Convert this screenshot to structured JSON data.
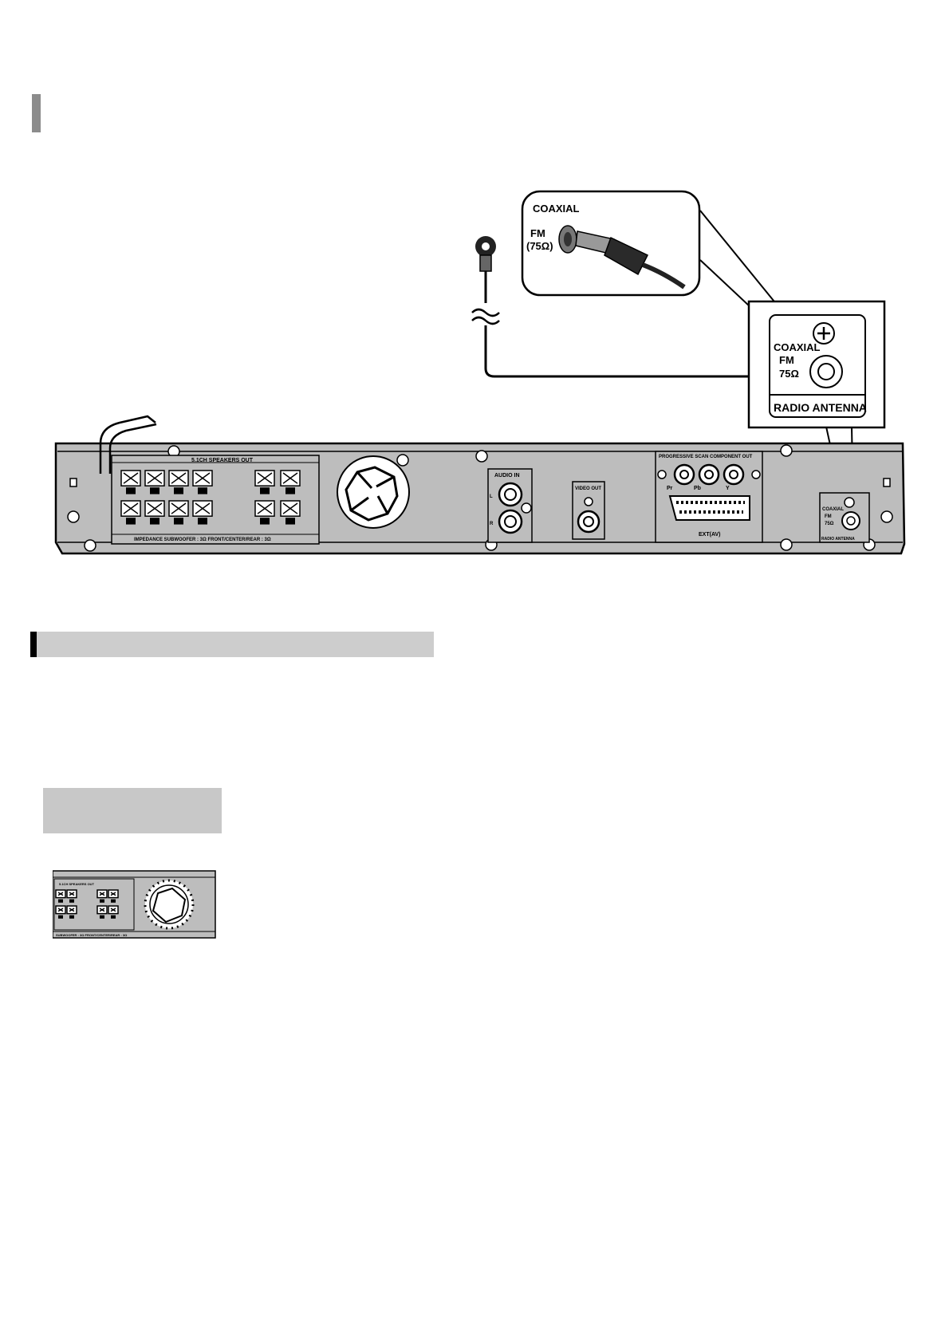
{
  "diagram": {
    "callout_top": {
      "coaxial": "COAXIAL",
      "fm": "FM",
      "ohm": "(75Ω)"
    },
    "callout_right": {
      "coaxial": "COAXIAL",
      "fm": "FM",
      "ohm": "75Ω",
      "radio_antenna": "RADIO ANTENNA"
    },
    "panel": {
      "speakers_out": "5.1CH SPEAKERS OUT",
      "impedance": "IMPEDANCE  SUBWOOFER : 3Ω  FRONT/CENTER/REAR : 3Ω",
      "audio_in": "AUDIO IN",
      "video_out": "VIDEO OUT",
      "component_out": "PROGRESSIVE SCAN COMPONENT OUT",
      "pr": "Pr",
      "pb": "Pb",
      "y": "Y",
      "scart": "EXT(AV)",
      "l": "L",
      "r": "R",
      "small_coaxial": "COAXIAL",
      "small_fm": "FM",
      "small_ohm": "75Ω",
      "small_radio_antenna": "RADIO ANTENNA"
    }
  },
  "thumbnail": {
    "speakers_out": "5.1CH SPEAKERS OUT",
    "impedance": "SUBWOOFER : 3Ω  FRONT/CENTER/REAR : 3Ω"
  }
}
